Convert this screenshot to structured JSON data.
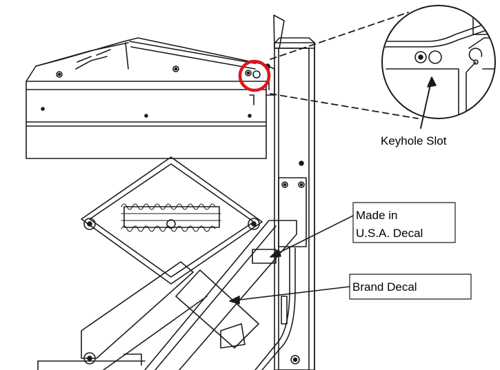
{
  "callouts": {
    "keyhole_slot": "Keyhole Slot",
    "made_in_usa_line1": "Made in",
    "made_in_usa_line2": "U.S.A. Decal",
    "brand_decal": "Brand Decal"
  },
  "colors": {
    "line": "#1a1a1a",
    "highlight_circle": "#e0161b",
    "background": "#ffffff"
  }
}
